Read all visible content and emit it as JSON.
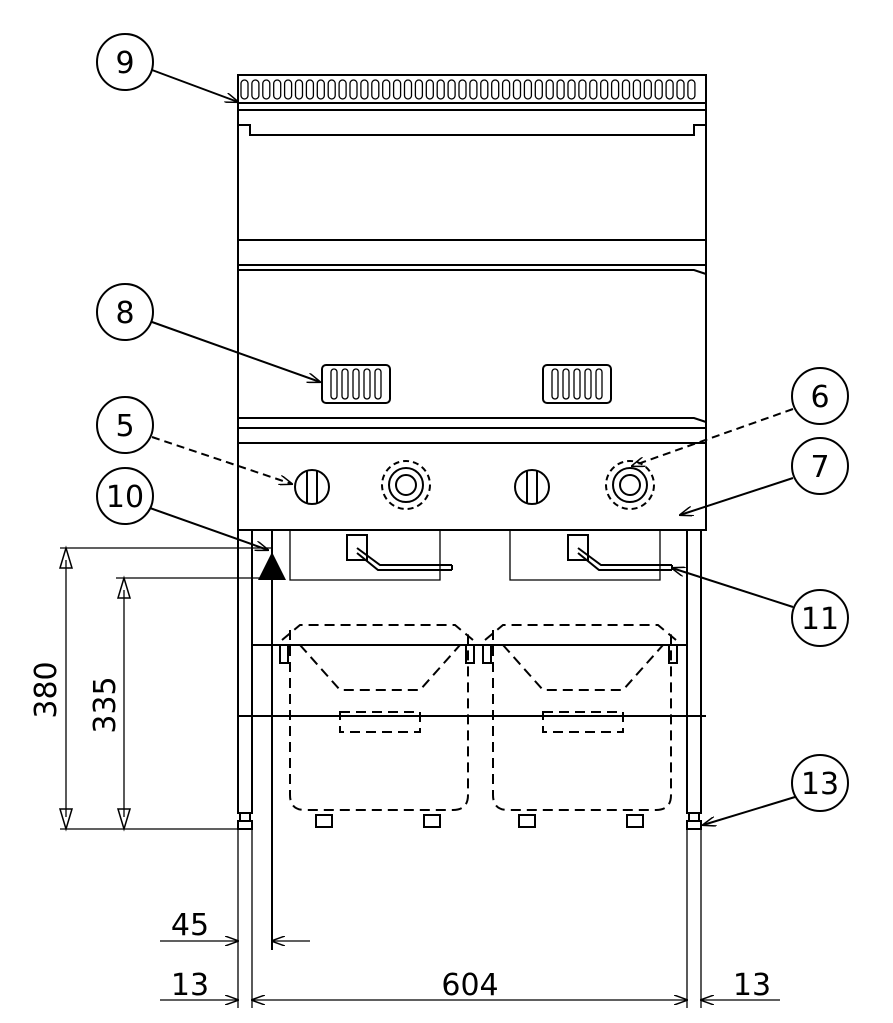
{
  "callouts": [
    {
      "id": "9",
      "label": "9"
    },
    {
      "id": "8",
      "label": "8"
    },
    {
      "id": "5",
      "label": "5"
    },
    {
      "id": "6",
      "label": "6"
    },
    {
      "id": "7",
      "label": "7"
    },
    {
      "id": "10",
      "label": "10"
    },
    {
      "id": "11",
      "label": "11"
    },
    {
      "id": "13",
      "label": "13"
    }
  ],
  "dimensions": {
    "height_total": "380",
    "height_inner": "335",
    "offset": "45",
    "leg_left": "13",
    "width_main": "604",
    "leg_right": "13"
  }
}
